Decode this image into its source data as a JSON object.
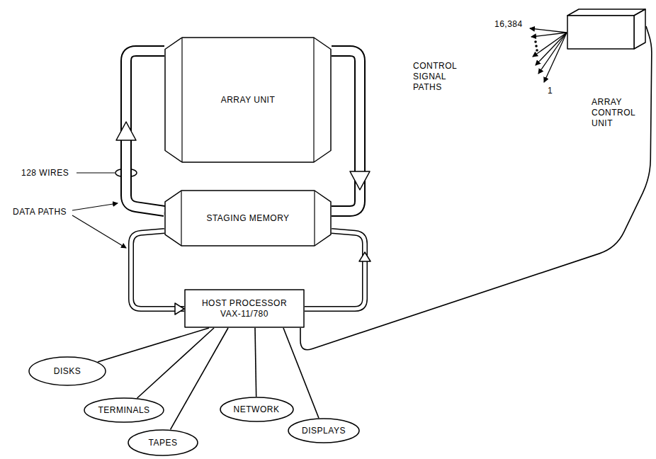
{
  "diagram": {
    "nodes": [
      {
        "text": [
          "ARRAY UNIT"
        ]
      },
      {
        "text": [
          "STAGING MEMORY"
        ]
      },
      {
        "text": [
          "HOST PROCESSOR",
          "VAX-11/780"
        ]
      },
      {
        "text": [
          "ARRAY CONTROL UNIT"
        ]
      },
      {
        "text": [
          "DISKS"
        ]
      },
      {
        "text": [
          "TERMINALS"
        ]
      },
      {
        "text": [
          "TAPES"
        ]
      },
      {
        "text": [
          "NETWORK"
        ]
      },
      {
        "text": [
          "DISPLAYS"
        ]
      }
    ],
    "edges": [
      {
        "from": 1,
        "to": 0,
        "arrow": "to"
      },
      {
        "from": 0,
        "to": 1,
        "arrow": "to"
      },
      {
        "from": 1,
        "to": 2,
        "arrow": "to"
      },
      {
        "from": 2,
        "to": 1,
        "arrow": "to"
      },
      {
        "from": 2,
        "to": 3,
        "arrow": "none"
      },
      {
        "from": 2,
        "to": 4,
        "arrow": "none"
      },
      {
        "from": 2,
        "to": 5,
        "arrow": "none"
      },
      {
        "from": 2,
        "to": 6,
        "arrow": "none"
      },
      {
        "from": 2,
        "to": 7,
        "arrow": "none"
      },
      {
        "from": 2,
        "to": 8,
        "arrow": "none"
      }
    ],
    "labels": [
      "128 WIRES",
      "DATA PATHS",
      "16,384",
      "CONTROL SIGNAL PATHS",
      "1"
    ]
  }
}
